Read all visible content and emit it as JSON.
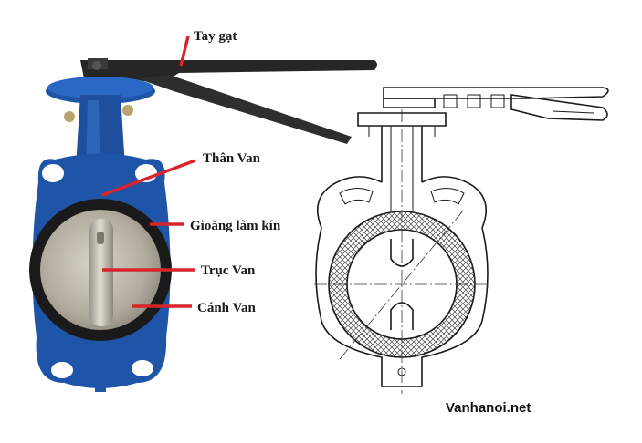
{
  "labels": {
    "handle": "Tay gạt",
    "body": "Thân Van",
    "seal": "Gioăng làm kín",
    "stem": "Trục Van",
    "disc": "Cánh Van"
  },
  "watermark": "Vanhanoi.net",
  "colors": {
    "leader": "#d8252b",
    "valve_body": "#1f55a8",
    "handle": "#222222",
    "disc": "#b9b3a6"
  }
}
